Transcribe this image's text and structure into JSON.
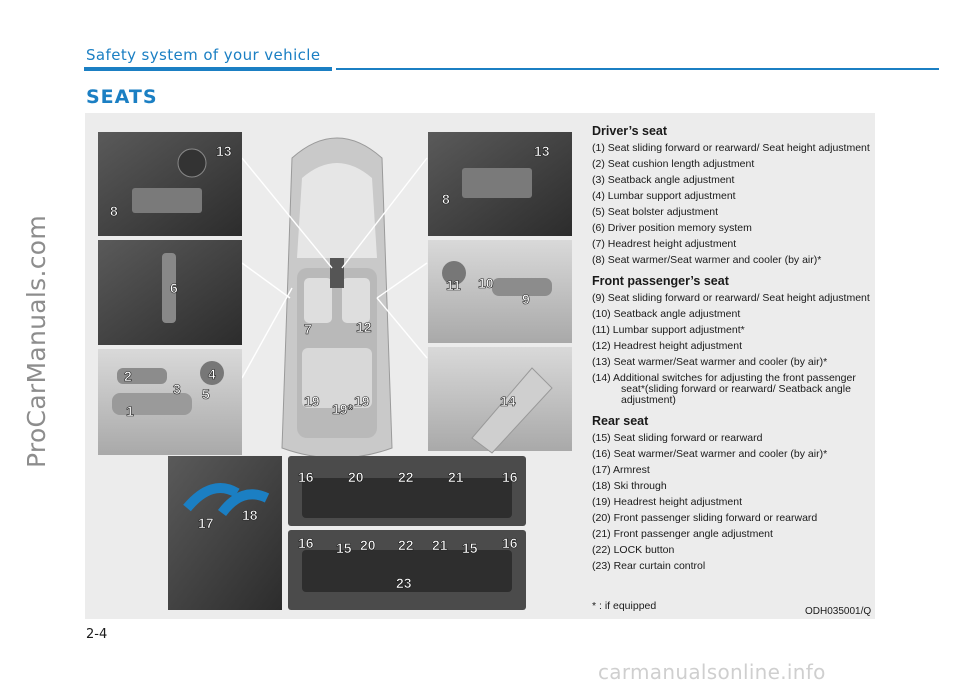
{
  "watermark_text": "ProCarManuals.com",
  "header": {
    "section": "Safety system of your vehicle",
    "title": "SEATS"
  },
  "figure": {
    "labels": [
      "1",
      "2",
      "3",
      "4",
      "5",
      "6",
      "7",
      "8",
      "9",
      "10",
      "11",
      "12",
      "13",
      "14",
      "15",
      "16",
      "17",
      "18",
      "19",
      "19*",
      "20",
      "21",
      "22",
      "23"
    ]
  },
  "legend": {
    "drivers_seat": {
      "heading": "Driver’s seat",
      "items": [
        "(1) Seat sliding forward or rearward/ Seat height adjustment",
        "(2) Seat cushion length adjustment",
        "(3) Seatback angle adjustment",
        "(4) Lumbar support adjustment",
        "(5) Seat bolster adjustment",
        "(6) Driver position memory system",
        "(7) Headrest height adjustment",
        "(8) Seat warmer/Seat warmer and cooler (by air)*"
      ]
    },
    "front_passenger_seat": {
      "heading": "Front passenger’s seat",
      "items": [
        "(9) Seat sliding forward or rearward/ Seat height adjustment",
        "(10) Seatback angle adjustment",
        "(11) Lumbar support adjustment*",
        "(12) Headrest height adjustment",
        "(13) Seat warmer/Seat warmer and cooler (by air)*",
        "(14) Additional switches for adjusting the front passenger seat*(sliding forward or rearward/ Seatback angle adjustment)"
      ]
    },
    "rear_seat": {
      "heading": "Rear seat",
      "items": [
        "(15) Seat sliding forward or rearward",
        "(16) Seat warmer/Seat warmer and cooler (by air)*",
        "(17) Armrest",
        "(18) Ski through",
        "(19) Headrest height adjustment",
        "(20) Front passenger sliding forward or rearward",
        "(21) Front passenger angle adjustment",
        "(22) LOCK button",
        "(23) Rear curtain control"
      ]
    },
    "note": "* : if equipped"
  },
  "figure_code": "ODH035001/Q",
  "page_number": "2-4",
  "footer_url": "carmanualsonline.info"
}
